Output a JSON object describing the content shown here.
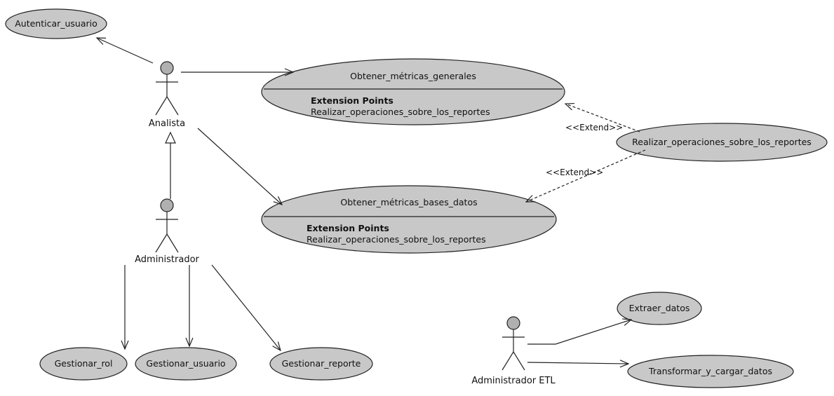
{
  "use_cases": {
    "autenticar": "Autenticar_usuario",
    "metricas_generales": "Obtener_métricas_generales",
    "metricas_bases": "Obtener_métricas_bases_datos",
    "realizar_ops": "Realizar_operaciones_sobre_los_reportes",
    "gestionar_rol": "Gestionar_rol",
    "gestionar_usuario": "Gestionar_usuario",
    "gestionar_reporte": "Gestionar_reporte",
    "extraer": "Extraer_datos",
    "transformar": "Transformar_y_cargar_datos"
  },
  "extension_points": {
    "heading": "Extension Points",
    "generales_point": "Realizar_operaciones_sobre_los_reportes",
    "bases_point": "Realizar_operaciones_sobre_los_reportes"
  },
  "actors": {
    "analista": "Analista",
    "administrador": "Administrador",
    "admin_etl": "Administrador ETL"
  },
  "relations": {
    "extend_top": "<<Extend>>",
    "extend_bottom": "<<Extend>>"
  }
}
